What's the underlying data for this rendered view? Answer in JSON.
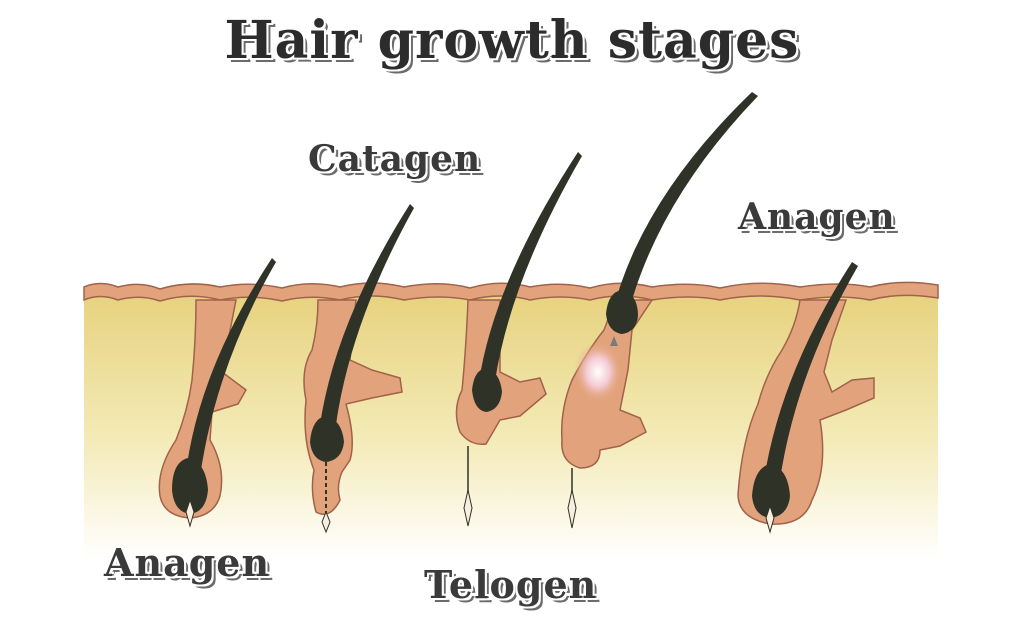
{
  "title": "Hair growth stages",
  "stages": {
    "anagen_left": "Anagen",
    "catagen": "Catagen",
    "telogen": "Telogen",
    "anagen_right": "Anagen"
  },
  "colors": {
    "skin_top": "#e6d17c",
    "skin_bottom": "#ffffff",
    "follicle": "#e2a37c",
    "follicle_edge": "#a0624a",
    "hair": "#2f3227",
    "label_text": "#3a3a3a",
    "label_shadow": "#6b6b6b"
  }
}
